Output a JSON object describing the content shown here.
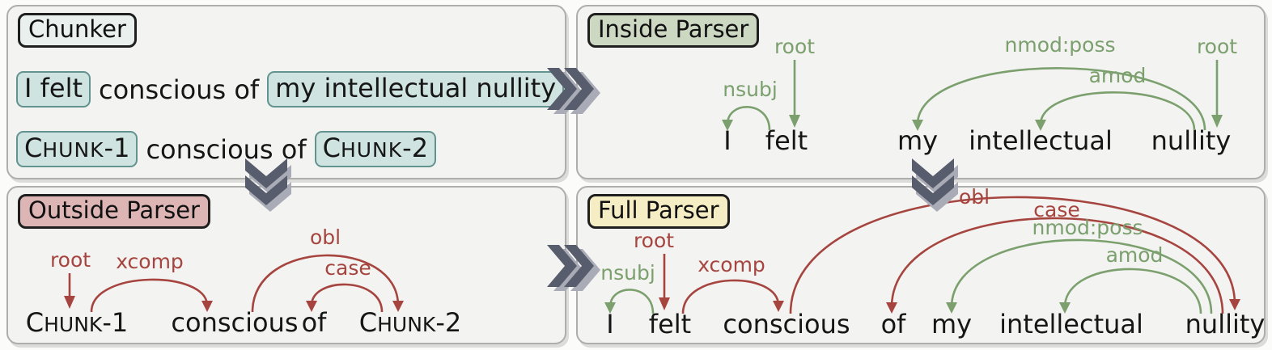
{
  "figure": {
    "panels": {
      "chunker": {
        "title": "Chunker",
        "sentence_row": {
          "chunk1": "I felt",
          "between": "conscious of",
          "chunk2": "my intellectual nullity"
        },
        "chunked_row": {
          "chunk1": {
            "cap": "C",
            "small": "HUNK",
            "suffix": "-1"
          },
          "between": "conscious of",
          "chunk2": {
            "cap": "C",
            "small": "HUNK",
            "suffix": "-2"
          }
        }
      },
      "inside_parser": {
        "title": "Inside Parser",
        "words": [
          "I",
          "felt",
          "my",
          "intellectual",
          "nullity"
        ],
        "arcs": [
          {
            "label": "nsubj",
            "head": "felt",
            "dep": "I"
          },
          {
            "label": "root",
            "head": "ROOT",
            "dep": "felt"
          },
          {
            "label": "nmod:poss",
            "head": "nullity",
            "dep": "my"
          },
          {
            "label": "amod",
            "head": "nullity",
            "dep": "intellectual"
          },
          {
            "label": "root",
            "head": "ROOT",
            "dep": "nullity"
          }
        ]
      },
      "outside_parser": {
        "title": "Outside Parser",
        "words": {
          "chunk1": {
            "cap": "C",
            "small": "HUNK",
            "suffix": "-1"
          },
          "w2": "conscious",
          "w3": "of",
          "chunk2": {
            "cap": "C",
            "small": "HUNK",
            "suffix": "-2"
          }
        },
        "arcs": [
          {
            "label": "root",
            "head": "ROOT",
            "dep": "Chunk-1"
          },
          {
            "label": "xcomp",
            "head": "Chunk-1",
            "dep": "conscious"
          },
          {
            "label": "obl",
            "head": "conscious",
            "dep": "Chunk-2"
          },
          {
            "label": "case",
            "head": "Chunk-2",
            "dep": "of"
          }
        ]
      },
      "full_parser": {
        "title": "Full Parser",
        "words": [
          "I",
          "felt",
          "conscious",
          "of",
          "my",
          "intellectual",
          "nullity"
        ],
        "arcs": [
          {
            "label": "nsubj",
            "head": "felt",
            "dep": "I"
          },
          {
            "label": "root",
            "head": "ROOT",
            "dep": "felt"
          },
          {
            "label": "xcomp",
            "head": "felt",
            "dep": "conscious"
          },
          {
            "label": "obl",
            "head": "conscious",
            "dep": "nullity"
          },
          {
            "label": "case",
            "head": "nullity",
            "dep": "of"
          },
          {
            "label": "nmod:poss",
            "head": "nullity",
            "dep": "my"
          },
          {
            "label": "amod",
            "head": "nullity",
            "dep": "intellectual"
          }
        ]
      }
    },
    "colors": {
      "inside_green": "#7ba06e",
      "outside_red": "#a6453f",
      "chunk_fill": "#cfe3e0",
      "chunk_border": "#63938f",
      "chunker_label_fill": "#e9f0ee",
      "inside_label_fill": "#ccd8c2",
      "outside_label_fill": "#dcb5b4",
      "full_label_fill": "#f5edc4",
      "panel_fill": "#f3f3f1",
      "chevron_dark": "#585d6d",
      "chevron_light": "#a9acb6"
    }
  }
}
